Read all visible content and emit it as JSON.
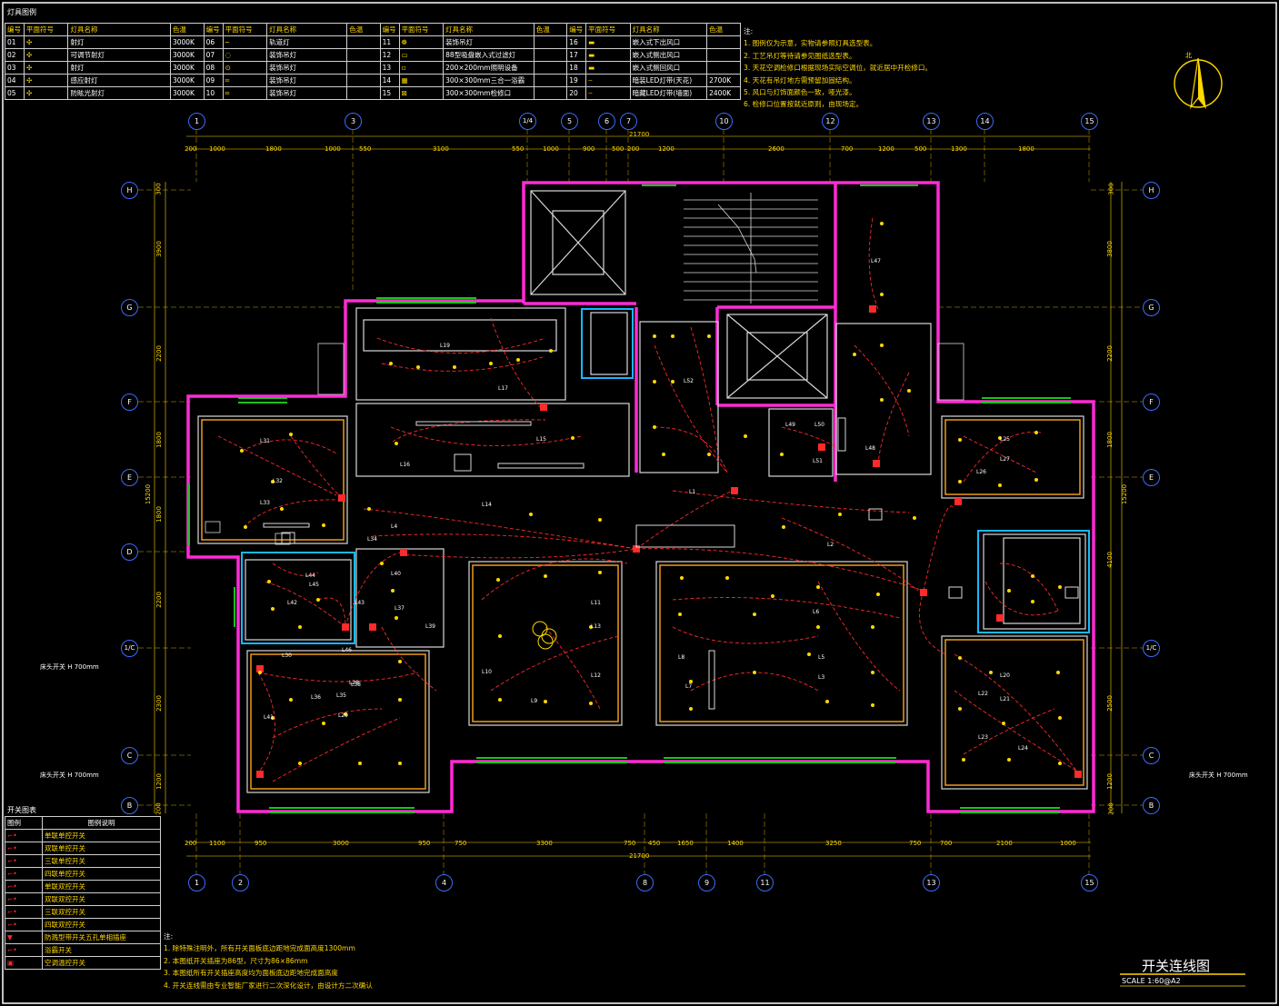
{
  "legend": {
    "title": "灯具图例",
    "headers": [
      "编号",
      "平面符号",
      "灯具名称",
      "色温",
      "编号",
      "平面符号",
      "灯具名称",
      "色温",
      "编号",
      "平面符号",
      "灯具名称",
      "色温",
      "编号",
      "平面符号",
      "灯具名称",
      "色温"
    ],
    "rows": [
      [
        "01",
        "射灯",
        "3000K",
        "06",
        "轨道灯",
        "",
        "11",
        "装饰吊灯",
        "",
        "16",
        "嵌入式下出风口",
        ""
      ],
      [
        "02",
        "可调节射灯",
        "3000K",
        "07",
        "装饰吊灯",
        "",
        "12",
        "88型吸盘嵌入式过滤灯",
        "",
        "17",
        "嵌入式侧出风口",
        ""
      ],
      [
        "03",
        "射灯",
        "3000K",
        "08",
        "装饰吊灯",
        "",
        "13",
        "200×200mm照明设备",
        "",
        "18",
        "嵌入式侧回风口",
        ""
      ],
      [
        "04",
        "感应射灯",
        "3000K",
        "09",
        "装饰吊灯",
        "",
        "14",
        "300×300mm三合一浴霸",
        "",
        "19",
        "暗装LED灯带(天花)",
        "2700K"
      ],
      [
        "05",
        "防眩光射灯",
        "3000K",
        "10",
        "装饰吊灯",
        "",
        "15",
        "300×300mm检修口",
        "",
        "20",
        "暗藏LED灯带(墙面)",
        "2400K"
      ]
    ]
  },
  "top_notes": {
    "heading": "注:",
    "lines": [
      "1. 图例仅为示意，实物请参照灯具选型表。",
      "2. 工艺吊灯等待请参见图纸选型表。",
      "3. 天花空调检修口根据现场实际空调位，就近居中开检修口。",
      "4. 天花有吊灯地方需预留加固结构。",
      "5. 风口与灯饰面颜色一致，哑光漆。",
      "6. 检修口位置按就近原则，由现场定。"
    ]
  },
  "axes": {
    "top": [
      "1",
      "3",
      "1/4",
      "5",
      "6",
      "7",
      "10",
      "12",
      "13",
      "14",
      "15"
    ],
    "bottom": [
      "1",
      "2",
      "4",
      "8",
      "9",
      "11",
      "13",
      "15"
    ],
    "rows": [
      "H",
      "G",
      "F",
      "E",
      "D",
      "1/C",
      "C",
      "B"
    ]
  },
  "dims": {
    "top": [
      "200",
      "1000",
      "1800",
      "1000",
      "550",
      "3100",
      "550",
      "1000",
      "900",
      "500",
      "200",
      "1200",
      "2600",
      "700",
      "1200",
      "500",
      "1300",
      "1800"
    ],
    "top_total": "21700",
    "bottom": [
      "200",
      "1100",
      "950",
      "3000",
      "950",
      "750",
      "3300",
      "750",
      "450",
      "1650",
      "1400",
      "3250",
      "750",
      "700",
      "2100",
      "1000"
    ],
    "bottom_total": "21700",
    "left": [
      "300",
      "3900",
      "2200",
      "1800",
      "1800",
      "2200",
      "2300",
      "1200",
      "200"
    ],
    "left_total": "15200",
    "right": [
      "300",
      "3800",
      "2200",
      "1800",
      "4100",
      "2500",
      "1200",
      "200"
    ],
    "right_total": "15200"
  },
  "annotations": {
    "bedside_left_1": "床头开关 H 700mm",
    "bedside_left_2": "床头开关 H 700mm",
    "bedside_right": "床头开关 H 700mm"
  },
  "switch_legend": {
    "title": "开关图表",
    "headers": [
      "图例",
      "图例说明"
    ],
    "items": [
      "单联单控开关",
      "双联单控开关",
      "三联单控开关",
      "四联单控开关",
      "单联双控开关",
      "双联双控开关",
      "三联双控开关",
      "四联双控开关",
      "防溅型带开关五孔单相插座",
      "浴霸开关",
      "空调温控开关"
    ]
  },
  "bottom_notes": {
    "heading": "注:",
    "lines": [
      "1. 除特殊注明外，所有开关面板底边距地完成面高度1300mm",
      "2. 本图纸开关插座为86型，尺寸为86×86mm",
      "3. 本图纸所有开关插座高度均为面板底边距地完成面高度",
      "4. 开关连线需由专业智能厂家进行二次深化设计，由设计方二次确认"
    ]
  },
  "title_block": {
    "title": "开关连线图",
    "scale": "SCALE 1:60@A2"
  },
  "north": "北",
  "room_labels": [
    "L19",
    "L17",
    "L16",
    "L15",
    "L14",
    "L13",
    "L12",
    "L11",
    "L10",
    "L9",
    "L8",
    "L7",
    "L6",
    "L5",
    "L4",
    "L3",
    "L2",
    "L1",
    "L20",
    "L21",
    "L22",
    "L23",
    "L24",
    "L25",
    "L26",
    "L27",
    "L28",
    "L29",
    "L30",
    "L31",
    "L32",
    "L33",
    "L34",
    "L35",
    "L36",
    "L37",
    "L38",
    "L39",
    "L40",
    "L41",
    "L42",
    "L43",
    "L44",
    "L45",
    "L46",
    "L47",
    "L48",
    "L49",
    "L50",
    "L51",
    "L52"
  ],
  "colors": {
    "wall": "#ff2bd6",
    "wire": "#ff2a2a",
    "window": "#18c418",
    "inner": "#ffffff",
    "yellow": "#ffd800",
    "axis": "#3b6bff"
  }
}
